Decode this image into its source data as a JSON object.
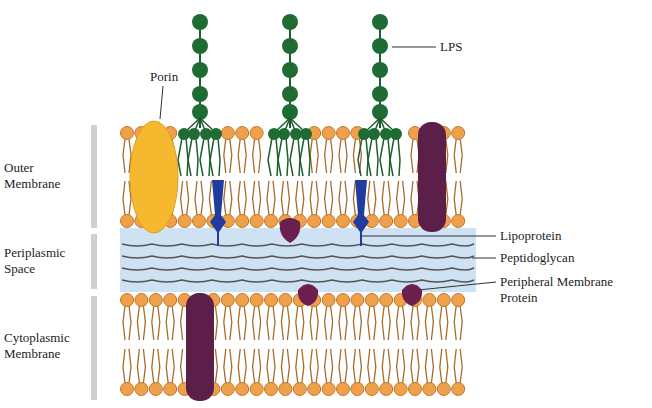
{
  "diagram": {
    "labels": [
      "LPS",
      "Porin",
      "Outer Membrane",
      "Lipoprotein",
      "Periplasmic Space",
      "Peptidoglycan",
      "Cytoplasmic Membrane",
      "Peripheral Membrane Protein"
    ]
  }
}
